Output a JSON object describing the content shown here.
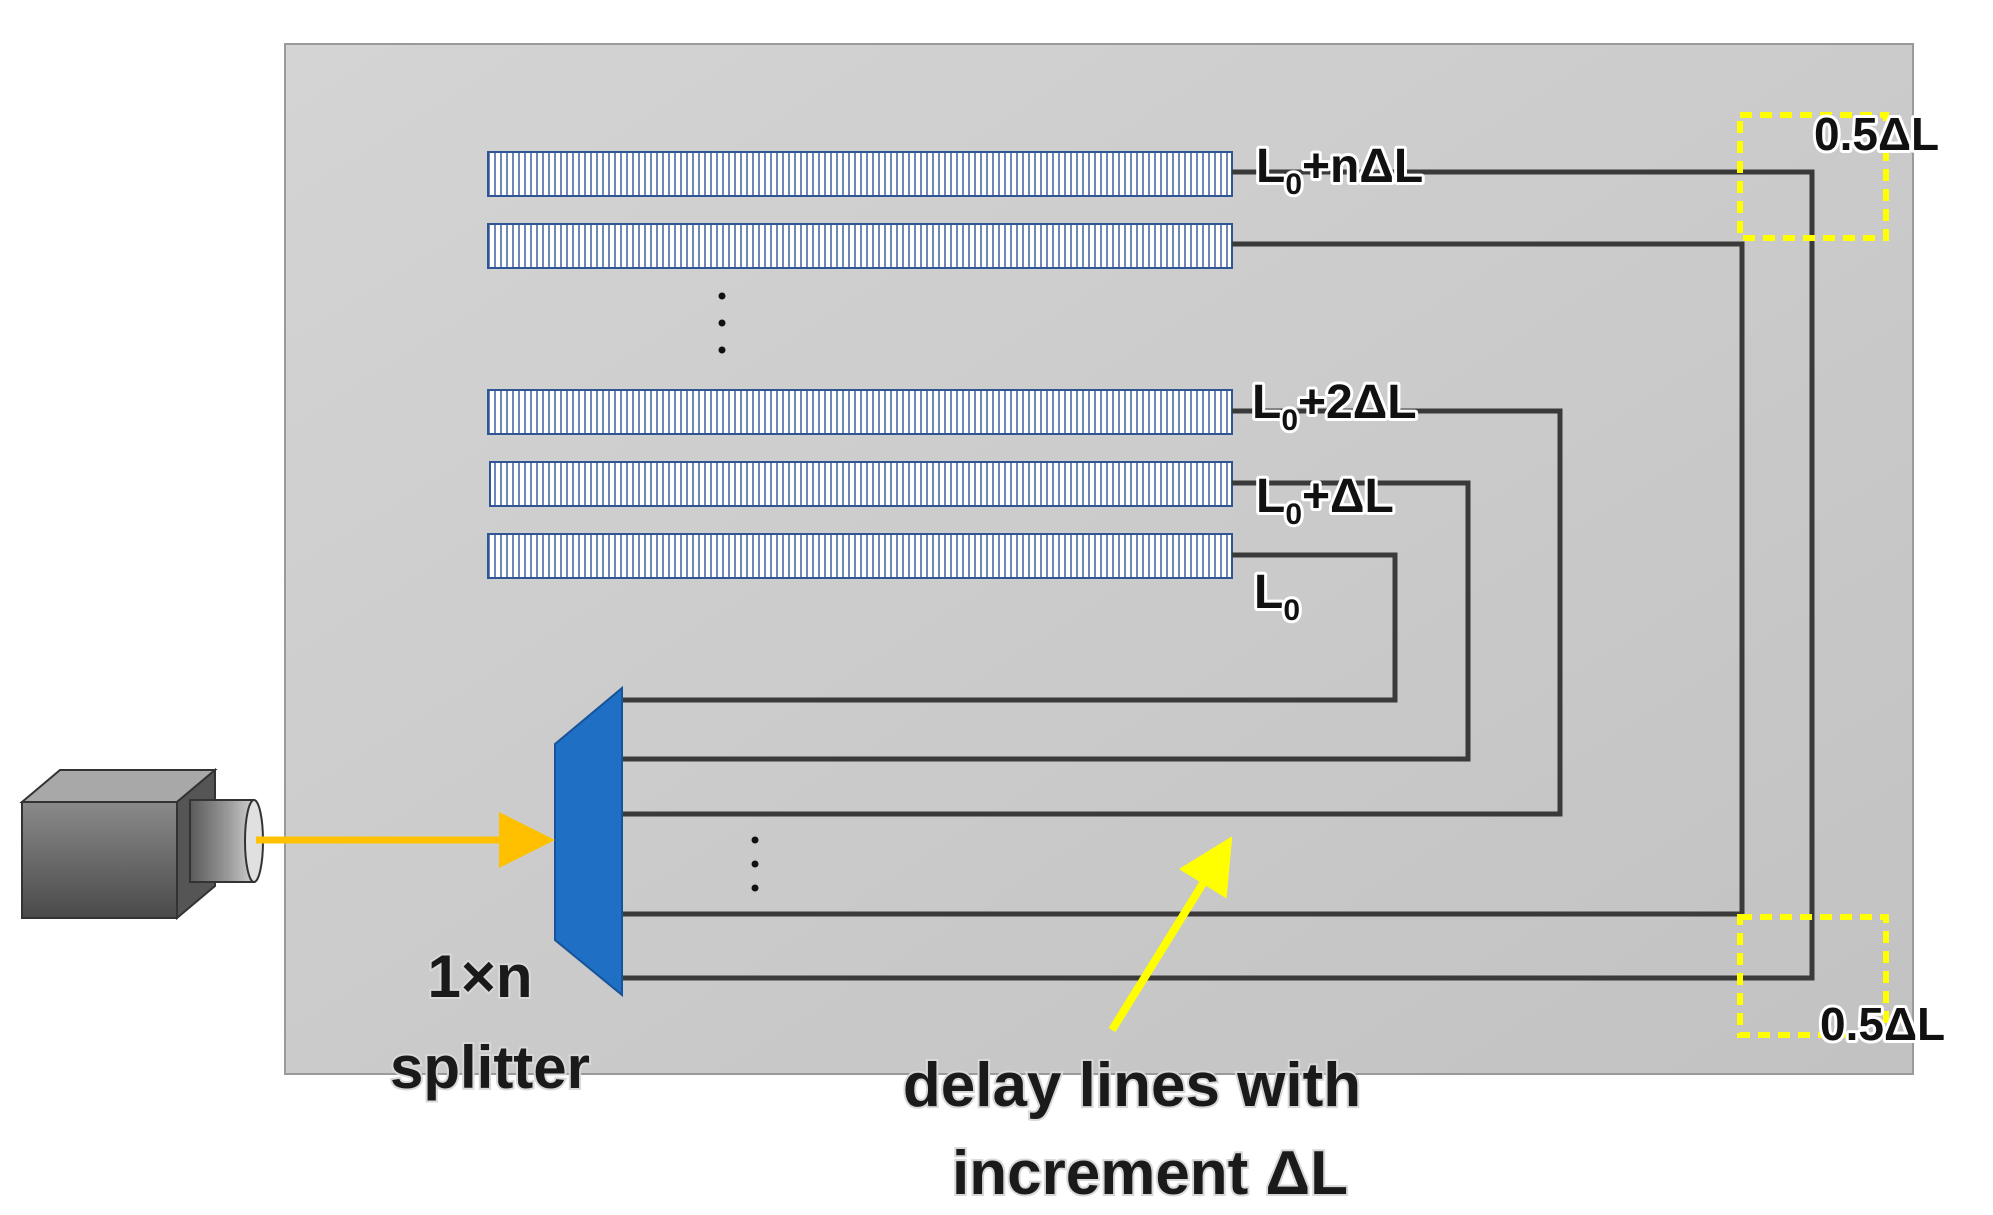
{
  "labels": {
    "line_n": "L0+nΔL",
    "line_2": "L0+2ΔL",
    "line_1": "L0+ΔL",
    "line_0": "L0",
    "half_top": "0.5ΔL",
    "half_bottom": "0.5ΔL",
    "splitter_l1": "1×n",
    "splitter_l2": "splitter",
    "caption_l1": "delay lines with",
    "caption_l2": "increment ΔL"
  },
  "colors": {
    "board": "#c8c8c8",
    "grating_stroke": "#2f5597",
    "fiber": "#3a3a3a",
    "splitter": "#1f6fc4",
    "input_arrow": "#ffc000",
    "pointer_arrow": "#ffff00",
    "highlight_box": "#ffff00",
    "source_body": "#6d6d6d"
  },
  "icons": {
    "source": "light-source-box-icon",
    "splitter": "splitter-trapezoid-icon"
  }
}
